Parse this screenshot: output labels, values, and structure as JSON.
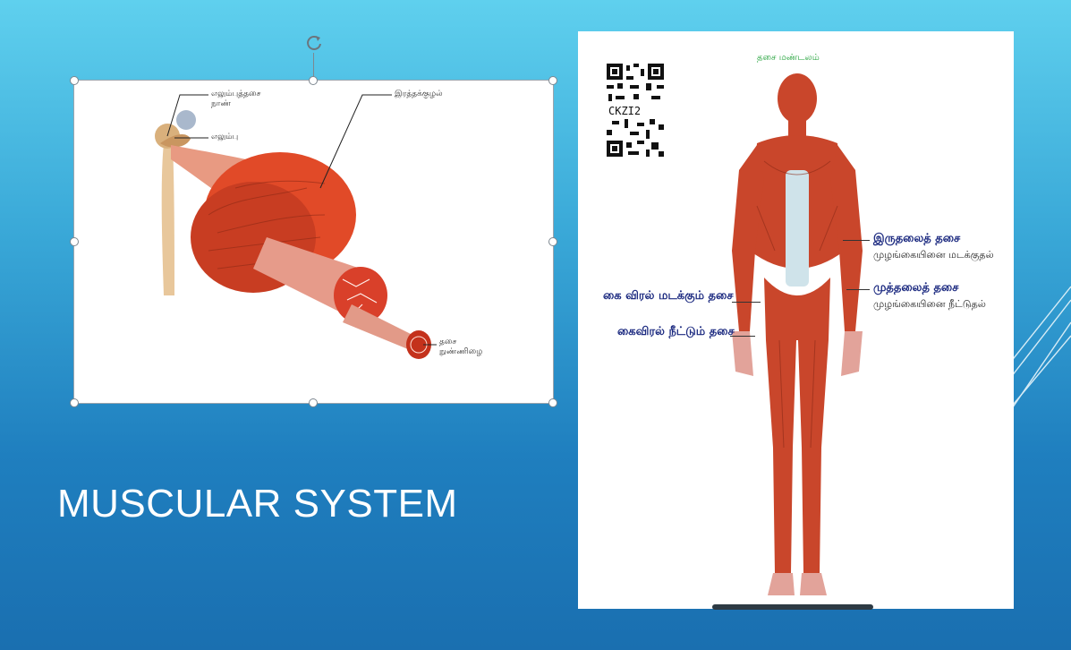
{
  "slide": {
    "title": "MUSCULAR SYSTEM",
    "background_top": "#5fd0ee",
    "background_bottom": "#1a6fb0"
  },
  "left_image": {
    "labels": {
      "tendon": "எலும்புத்தசை\nநாண்",
      "bone": "எலும்பு",
      "blood_vessel": "இரத்தக்குழல்",
      "muscle_fiber": "தசை\nநுண்ணிழை"
    },
    "selected": true
  },
  "right_image": {
    "title": "தசை மண்டலம்",
    "qr_code_text": "CKZI2",
    "labels": {
      "biceps": "இருதலைத் தசை",
      "biceps_desc": "முழங்கையினை மடக்குதல்",
      "triceps": "முத்தலைத் தசை",
      "triceps_desc": "முழங்கையினை நீட்டுதல்",
      "finger_flexor": "கை விரல் மடக்கும் தசை",
      "finger_extensor": "கைவிரல் நீட்டும் தசை"
    }
  }
}
